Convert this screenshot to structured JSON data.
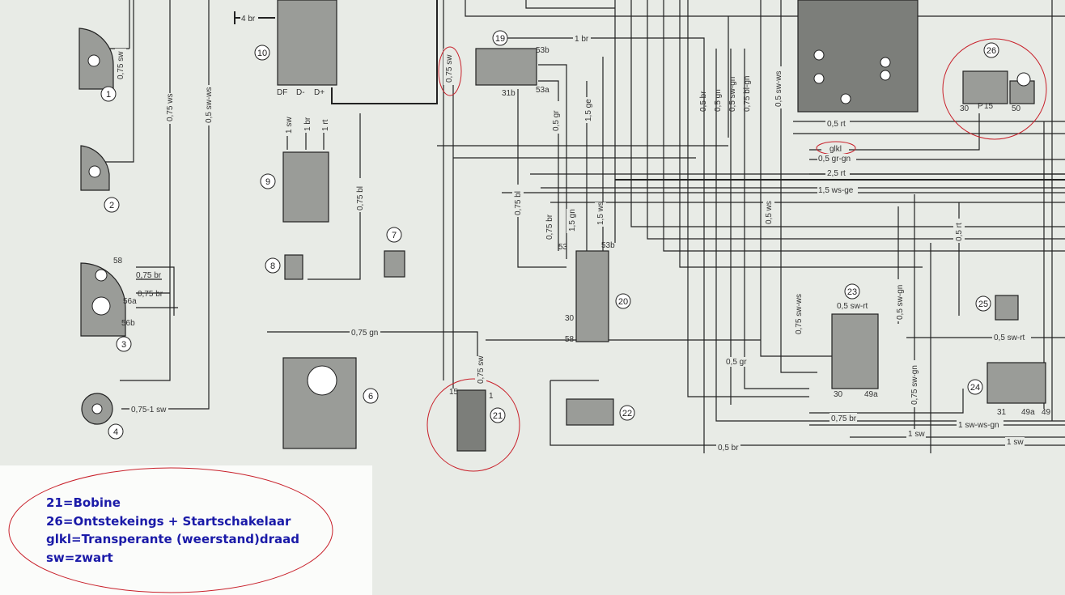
{
  "legend": [
    "21=Bobine",
    "26=Ontstekeings + Startschakelaar",
    "glkl=Transperante (weerstand)draad",
    "sw=zwart"
  ],
  "components": [
    "1",
    "2",
    "3",
    "4",
    "6",
    "7",
    "8",
    "9",
    "10",
    "19",
    "20",
    "21",
    "22",
    "23",
    "24",
    "25",
    "26"
  ],
  "wire_labels": {
    "w1": "0,75 sw",
    "w2": "0,75 ws",
    "w3": "0,5 sw-ws",
    "w4": "0,75 bl",
    "w5": "0,75 sw",
    "w6": "1 br",
    "w7": "0,5 gr",
    "w8": "1,5 ge",
    "w9": "0,5 br",
    "w10": "0,5 gn",
    "w11": "0,5 sw-gn",
    "w12": "0,75 bl-gn",
    "w13": "0,5 sw-ws",
    "w14": "0,5 rt",
    "w15": "glkl",
    "w16": "0,5 gr-gn",
    "w17": "2,5 rt",
    "w18": "1,5 ws-ge",
    "w19": "0,75 bl",
    "w20": "0,75 br",
    "w21": "1,5 gn",
    "w22": "1,5 ws",
    "w23": "0,5 ws",
    "w24": "0,5 rt",
    "w25": "0,75 sw-ws",
    "w26": "0,5 sw-gn",
    "w27": "0,5 sw-rt",
    "w28": "0,5 sw-rt",
    "w29": "0,75 gn",
    "w30": "0,75 sw",
    "w31": "0,5 gr",
    "w32": "0,75 sw-gn",
    "w33": "0,75 br",
    "w34": "1 sw-ws-gn",
    "w35": "1 sw",
    "w36": "1 sw",
    "w37": "0,5 br",
    "w38": "0,75-1 sw",
    "w39": "0,75 br",
    "w40": "0,75 br",
    "w41": "4 br",
    "w42": "1 sw",
    "w43": "1 br",
    "w44": "1 rt"
  },
  "terminals": {
    "t58": "58",
    "t56a": "56a",
    "t56b": "56b",
    "t53b": "53b",
    "t31b": "31b",
    "t53a": "53a",
    "t53": "53",
    "t30": "30",
    "t15": "15",
    "t50": "50",
    "tP": "P",
    "tDF": "DF",
    "tD": "D-",
    "tDp": "D+",
    "t49": "49",
    "t49a": "49a",
    "t31": "31",
    "t1": "1",
    "t15b": "15"
  }
}
